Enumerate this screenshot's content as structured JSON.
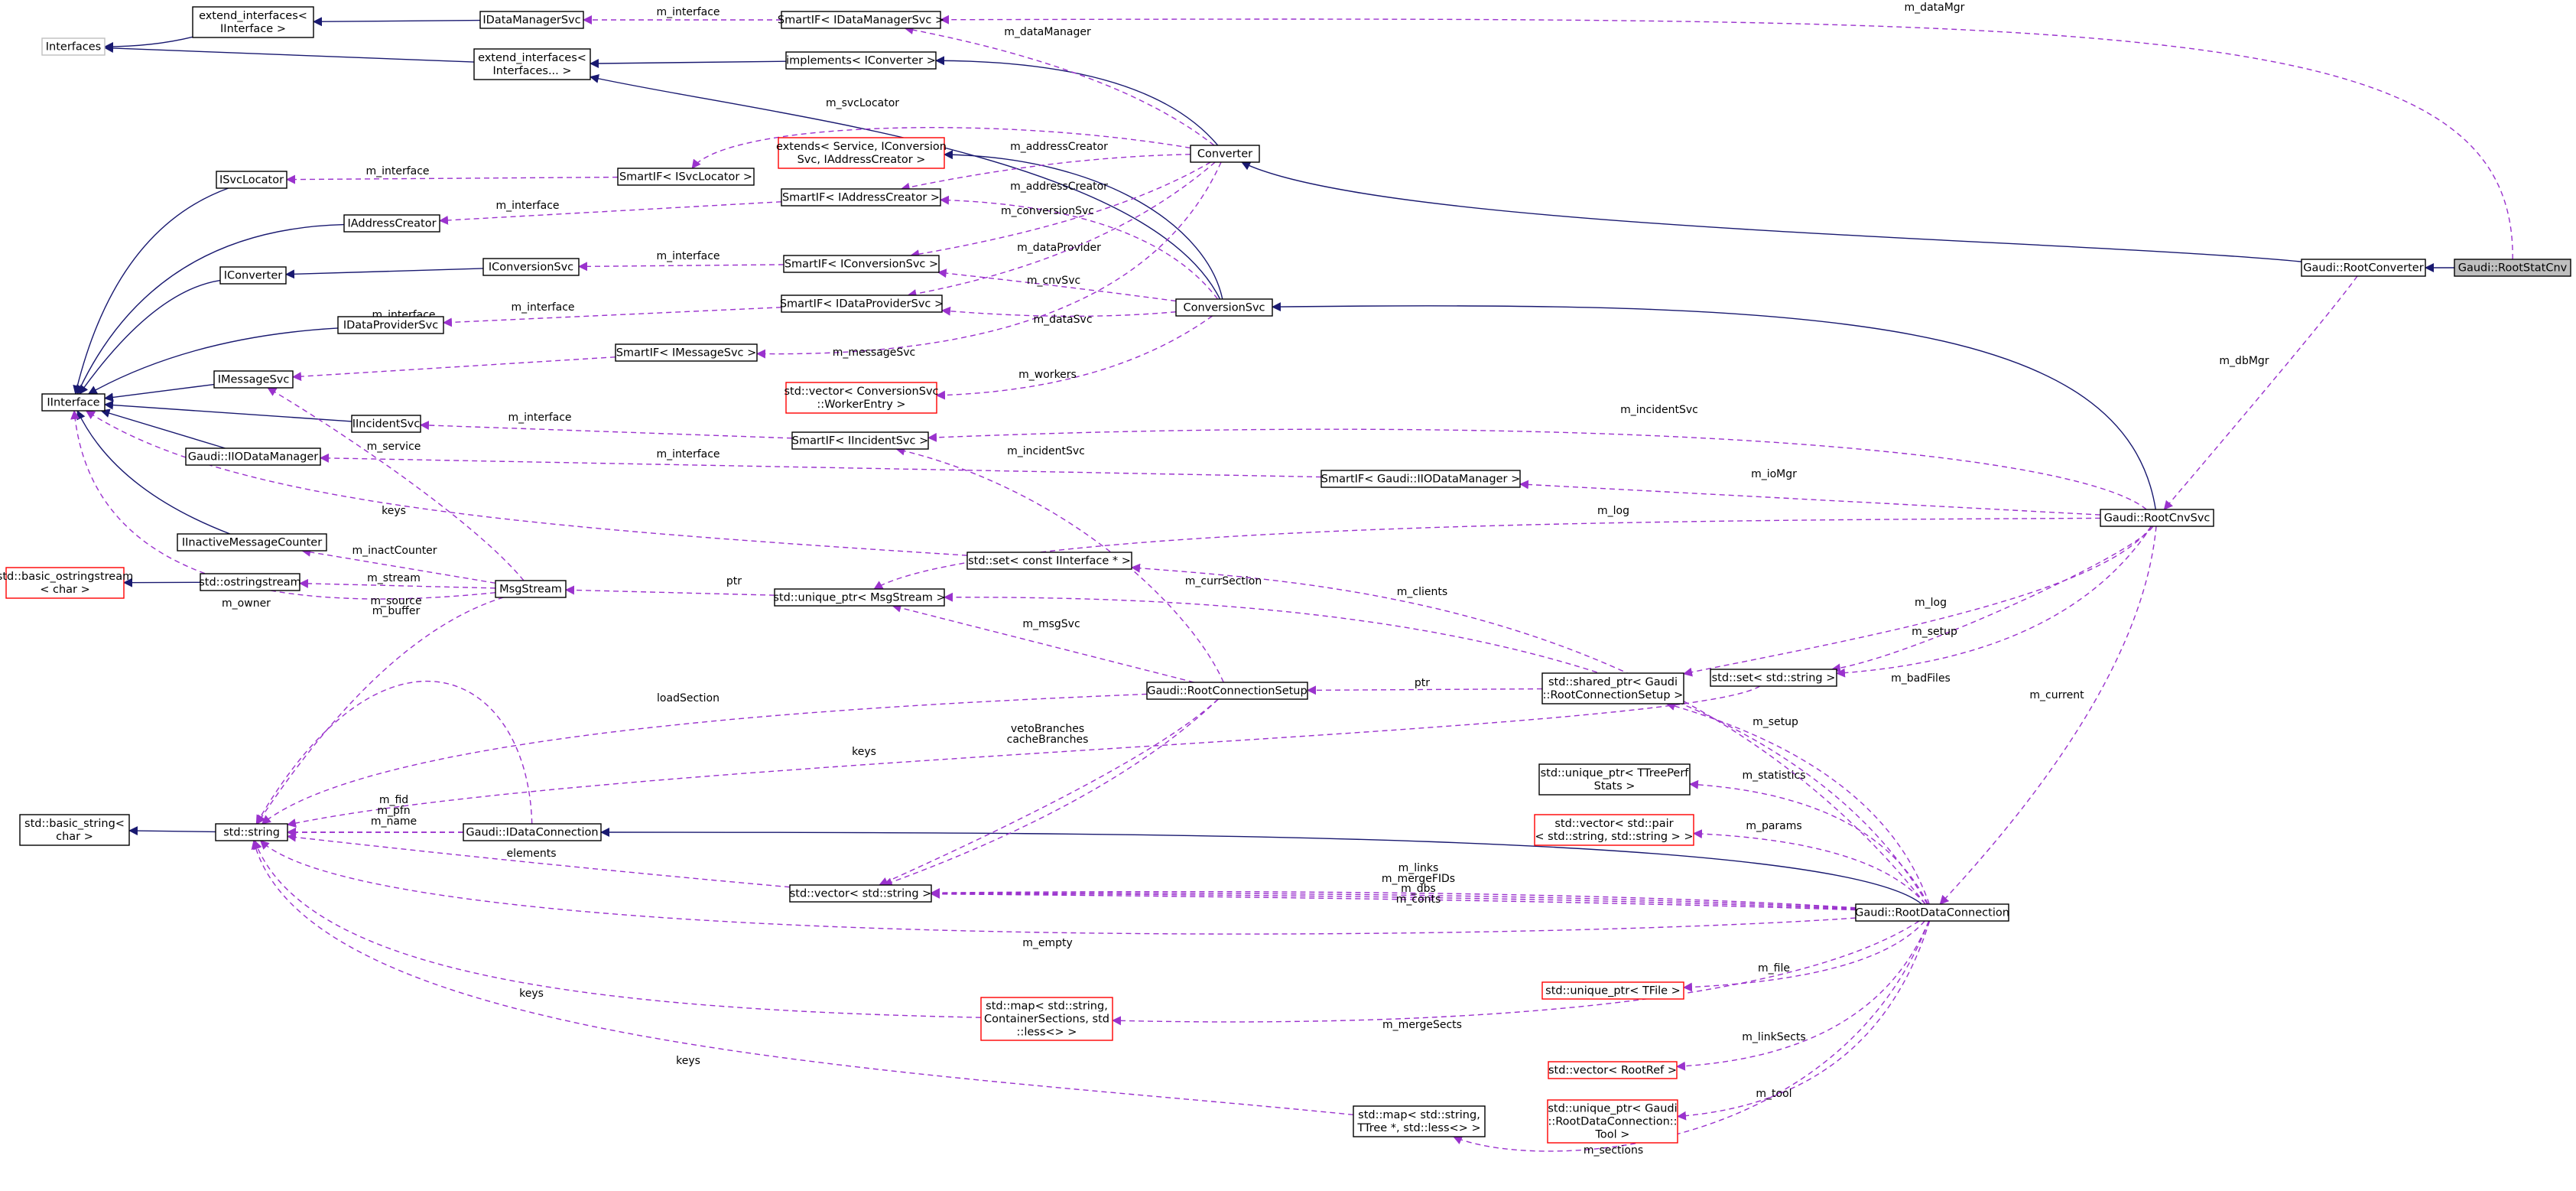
{
  "diagram": {
    "colors": {
      "inheritance": "#191970",
      "usage": "#9a32cd",
      "node_border": "#000000",
      "node_border_incomplete": "#bfbfbf",
      "node_border_undocumented": "#ff0000",
      "highlight_fill": "#bfbfbf"
    },
    "nodes": [
      {
        "id": "ext_ii",
        "lines": [
          "extend_interfaces<",
          "IInterface >"
        ]
      },
      {
        "id": "interfaces",
        "lines": [
          "Interfaces"
        ]
      },
      {
        "id": "idms",
        "lines": [
          "IDataManagerSvc"
        ]
      },
      {
        "id": "sp_idms",
        "lines": [
          "SmartIF< IDataManagerSvc >"
        ]
      },
      {
        "id": "ext_if",
        "lines": [
          "extend_interfaces<",
          "Interfaces... >"
        ]
      },
      {
        "id": "impl_icnv",
        "lines": [
          "implements< IConverter >"
        ]
      },
      {
        "id": "extends",
        "lines": [
          "extends< Service, IConversion",
          "Svc, IAddressCreator >"
        ]
      },
      {
        "id": "converter",
        "lines": [
          "Converter"
        ]
      },
      {
        "id": "isvcloc",
        "lines": [
          "ISvcLocator"
        ]
      },
      {
        "id": "sp_isvcloc",
        "lines": [
          "SmartIF< ISvcLocator >"
        ]
      },
      {
        "id": "iaddrcr",
        "lines": [
          "IAddressCreator"
        ]
      },
      {
        "id": "sp_iaddrcr",
        "lines": [
          "SmartIF< IAddressCreator >"
        ]
      },
      {
        "id": "iconverter",
        "lines": [
          "IConverter"
        ]
      },
      {
        "id": "iconvsvc",
        "lines": [
          "IConversionSvc"
        ]
      },
      {
        "id": "sp_iconvsvc",
        "lines": [
          "SmartIF< IConversionSvc >"
        ]
      },
      {
        "id": "idataprov",
        "lines": [
          "IDataProviderSvc"
        ]
      },
      {
        "id": "sp_idataprov",
        "lines": [
          "SmartIF< IDataProviderSvc >"
        ]
      },
      {
        "id": "convsvc",
        "lines": [
          "ConversionSvc"
        ]
      },
      {
        "id": "imsgsvc",
        "lines": [
          "IMessageSvc"
        ]
      },
      {
        "id": "sp_imsgsvc",
        "lines": [
          "SmartIF< IMessageSvc >"
        ]
      },
      {
        "id": "vec_worker",
        "lines": [
          "std::vector< ConversionSvc",
          "::WorkerEntry >"
        ]
      },
      {
        "id": "iinterface",
        "lines": [
          "IInterface"
        ]
      },
      {
        "id": "iincsvc",
        "lines": [
          "IIncidentSvc"
        ]
      },
      {
        "id": "sp_iincsvc",
        "lines": [
          "SmartIF< IIncidentSvc >"
        ]
      },
      {
        "id": "iiodm",
        "lines": [
          "Gaudi::IIODataManager"
        ]
      },
      {
        "id": "sp_iiodm",
        "lines": [
          "SmartIF< Gaudi::IIODataManager >"
        ]
      },
      {
        "id": "rootconverter",
        "lines": [
          "Gaudi::RootConverter"
        ]
      },
      {
        "id": "rootstatcnv",
        "lines": [
          "Gaudi::RootStatCnv"
        ]
      },
      {
        "id": "rootcnvsvc",
        "lines": [
          "Gaudi::RootCnvSvc"
        ]
      },
      {
        "id": "iinactive",
        "lines": [
          "IInactiveMessageCounter"
        ]
      },
      {
        "id": "set_iif",
        "lines": [
          "std::set< const IInterface * >"
        ]
      },
      {
        "id": "basic_oss",
        "lines": [
          "std::basic_ostringstream",
          "< char >"
        ]
      },
      {
        "id": "ostringstream",
        "lines": [
          "std::ostringstream"
        ]
      },
      {
        "id": "msgstream",
        "lines": [
          "MsgStream"
        ]
      },
      {
        "id": "uptr_msg",
        "lines": [
          "std::unique_ptr< MsgStream >"
        ]
      },
      {
        "id": "set_string",
        "lines": [
          "std::set< std::string >"
        ]
      },
      {
        "id": "rootconnsetup",
        "lines": [
          "Gaudi::RootConnectionSetup"
        ]
      },
      {
        "id": "shptr_setup",
        "lines": [
          "std::shared_ptr< Gaudi",
          "::RootConnectionSetup >"
        ]
      },
      {
        "id": "uptr_ttree",
        "lines": [
          "std::unique_ptr< TTreePerf",
          "Stats >"
        ]
      },
      {
        "id": "basic_string",
        "lines": [
          "std::basic_string<",
          "char >"
        ]
      },
      {
        "id": "string",
        "lines": [
          "std::string"
        ]
      },
      {
        "id": "idataconn",
        "lines": [
          "Gaudi::IDataConnection"
        ]
      },
      {
        "id": "vec_pair",
        "lines": [
          "std::vector< std::pair",
          "< std::string, std::string > >"
        ]
      },
      {
        "id": "vec_string",
        "lines": [
          "std::vector< std::string >"
        ]
      },
      {
        "id": "rootdataconn",
        "lines": [
          "Gaudi::RootDataConnection"
        ]
      },
      {
        "id": "uptr_tfile",
        "lines": [
          "std::unique_ptr< TFile >"
        ]
      },
      {
        "id": "map_cont",
        "lines": [
          "std::map< std::string,",
          "ContainerSections, std",
          "::less<> >"
        ]
      },
      {
        "id": "vec_rootref",
        "lines": [
          "std::vector< RootRef >"
        ]
      },
      {
        "id": "uptr_tool",
        "lines": [
          "std::unique_ptr< Gaudi",
          "::RootDataConnection::",
          "Tool >"
        ]
      },
      {
        "id": "map_ttree",
        "lines": [
          "std::map< std::string,",
          "TTree *, std::less<> >"
        ]
      }
    ],
    "edge_labels": {
      "idms_use": "m_interface",
      "datamanager": "m_dataManager",
      "datamgr": "m_dataMgr",
      "svclocator": "m_svcLocator",
      "isvcloc_use": "m_interface",
      "addrcr_conv": "m_addressCreator",
      "iaddrcr_use": "m_interface",
      "addrcr_convsvc": "m_addressCreator",
      "conversionsvc": "m_conversionSvc",
      "iconvsvc_use": "m_interface",
      "dataprovider": "m_dataProvider",
      "cnvsvc": "m_cnvSvc",
      "idataprov_use": "m_interface",
      "datasvc": "m_dataSvc",
      "imsgsvc_use": "m_interface",
      "messagesvc": "m_messageSvc",
      "workers": "m_workers",
      "iincsvc_use": "m_interface",
      "incidentsvc_a": "m_incidentSvc",
      "incidentsvc_b": "m_incidentSvc",
      "iiodm_use": "m_interface",
      "iomgr": "m_ioMgr",
      "dbmgr": "m_dbMgr",
      "service": "m_service",
      "keys_set": "keys",
      "log_a": "m_log",
      "inactcounter": "m_inactCounter",
      "currsection": "m_currSection",
      "stream": "m_stream",
      "ptr_msg": "ptr",
      "clients": "m_clients",
      "log_b": "m_log",
      "source": "m_source",
      "buffer": "m_buffer",
      "owner": "m_owner",
      "setup_a": "m_setup",
      "msgsvc": "m_msgSvc",
      "badfiles": "m_badFiles",
      "loadsection": "loadSection",
      "ptr_setup": "ptr",
      "current": "m_current",
      "setup_b": "m_setup",
      "vetobranches": "vetoBranches",
      "cachebranches": "cacheBranches",
      "keys_str": "keys",
      "statistics": "m_statistics",
      "fid": "m_fid",
      "pfn": "m_pfn",
      "name": "m_name",
      "params": "m_params",
      "elements": "elements",
      "links": "m_links",
      "mergefids": "m_mergeFIDs",
      "dbs": "m_dbs",
      "conts": "m_conts",
      "empty": "m_empty",
      "file": "m_file",
      "keys_map": "keys",
      "mergesects": "m_mergeSects",
      "linksects": "m_linkSects",
      "keys_ttree": "keys",
      "tool": "m_tool",
      "sections": "m_sections"
    }
  }
}
